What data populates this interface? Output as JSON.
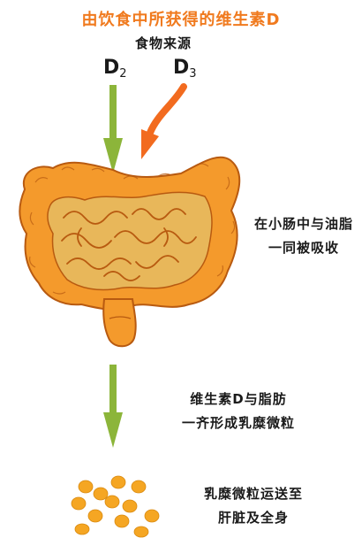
{
  "title": "由饮食中所获得的维生素D",
  "source_label": "食物来源",
  "vitamins": {
    "d2": {
      "letter": "D",
      "sub": "2"
    },
    "d3": {
      "letter": "D",
      "sub": "3"
    }
  },
  "notes": {
    "absorb": [
      "在小肠中与油脂",
      "一同被吸收"
    ],
    "micelle": [
      "维生素D与脂肪",
      "一齐形成乳糜微粒"
    ],
    "transport": [
      "乳糜微粒运送至",
      "肝脏及全身"
    ]
  },
  "colors": {
    "title": "#f07a1e",
    "green_arrow": "#8cb53a",
    "orange_arrow": "#f26b1f",
    "intestine_outer": "#f49a2c",
    "intestine_inner": "#e8b75a",
    "intestine_outline": "#b85a10",
    "particle": "#f5a623"
  }
}
